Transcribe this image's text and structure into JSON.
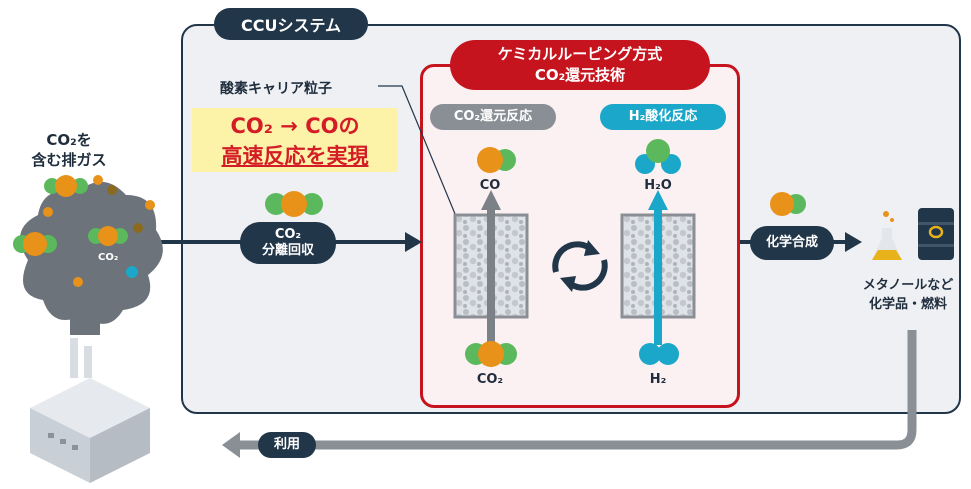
{
  "system_tag": "CCUシステム",
  "chem_title_line1": "ケミカルルーピング方式",
  "chem_title_line2": "CO₂還元技術",
  "exhaust_label_line1": "CO₂を",
  "exhaust_label_line2": "含む排ガス",
  "cloud_co2_label": "CO₂",
  "oxygen_carrier_label": "酸素キャリア粒子",
  "highlight_line1": "CO₂ → COの",
  "highlight_line2": "高速反応を実現",
  "capture_line1": "CO₂",
  "capture_line2": "分離回収",
  "co2_reduction_tag": "CO₂還元反応",
  "h2_oxidation_tag": "H₂酸化反応",
  "co_label": "CO",
  "co2_label": "CO₂",
  "h2o_label": "H₂O",
  "h2_label": "H₂",
  "synthesis_label": "化学合成",
  "product_line1": "メタノールなど",
  "product_line2": "化学品・燃料",
  "reuse_label": "利用",
  "colors": {
    "navy": "#22364a",
    "red": "#c6141f",
    "orange": "#e8921a",
    "green": "#5cb85c",
    "cyan": "#1aa7c9",
    "gray": "#8a8f96"
  }
}
